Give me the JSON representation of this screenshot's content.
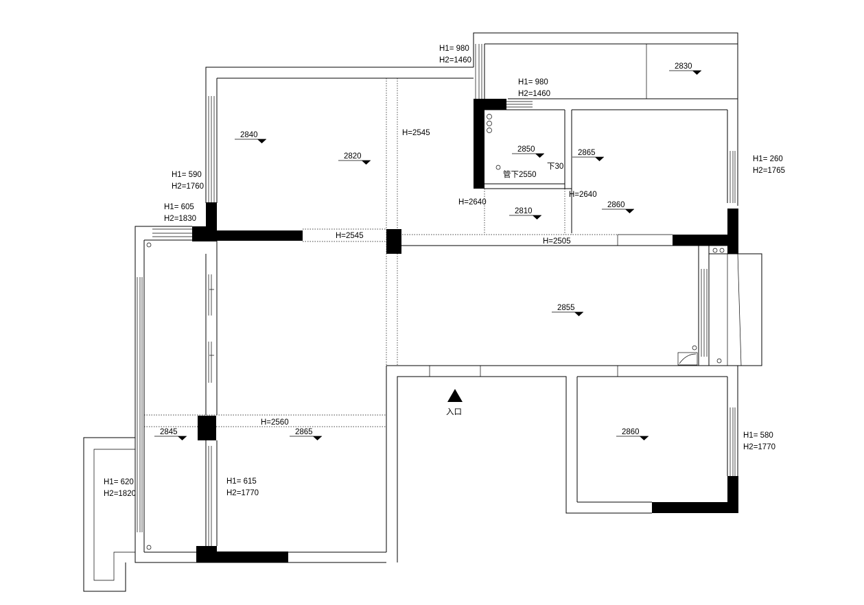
{
  "heights": {
    "h2840": "2840",
    "h2820": "2820",
    "h2830": "2830",
    "h2850": "2850",
    "h2865_top": "2865",
    "h2860_top": "2860",
    "h2810": "2810",
    "h2855": "2855",
    "h2845": "2845",
    "h2865_bottom": "2865",
    "h2860_bottom": "2860"
  },
  "beams": {
    "top_room_h": "H=2545",
    "left_beam_h": "H=2545",
    "kitchen_left_h": "H=2640",
    "kitchen_right_h": "H=2640",
    "middle_beam_h": "H=2505",
    "bottom_beam_h": "H=2560"
  },
  "windows": {
    "top_left_h1": "H1= 980",
    "top_left_h2": "H2=1460",
    "kitchen_h1": "H1= 980",
    "kitchen_h2": "H2=1460",
    "right_h1": "H1= 260",
    "right_h2": "H2=1765",
    "left_upper_h1": "H1= 590",
    "left_upper_h2": "H2=1760",
    "left_mid_h1": "H1= 605",
    "left_mid_h2": "H2=1830",
    "bottom_right_h1": "H1= 580",
    "bottom_right_h2": "H2=1770",
    "bottom_left_h1": "H1= 620",
    "bottom_left_h2": "H2=1820",
    "bottom_mid_h1": "H1= 615",
    "bottom_mid_h2": "H2=1770"
  },
  "notes": {
    "pipe_below": "管下2550",
    "drop": "下30",
    "entrance": "入口"
  }
}
